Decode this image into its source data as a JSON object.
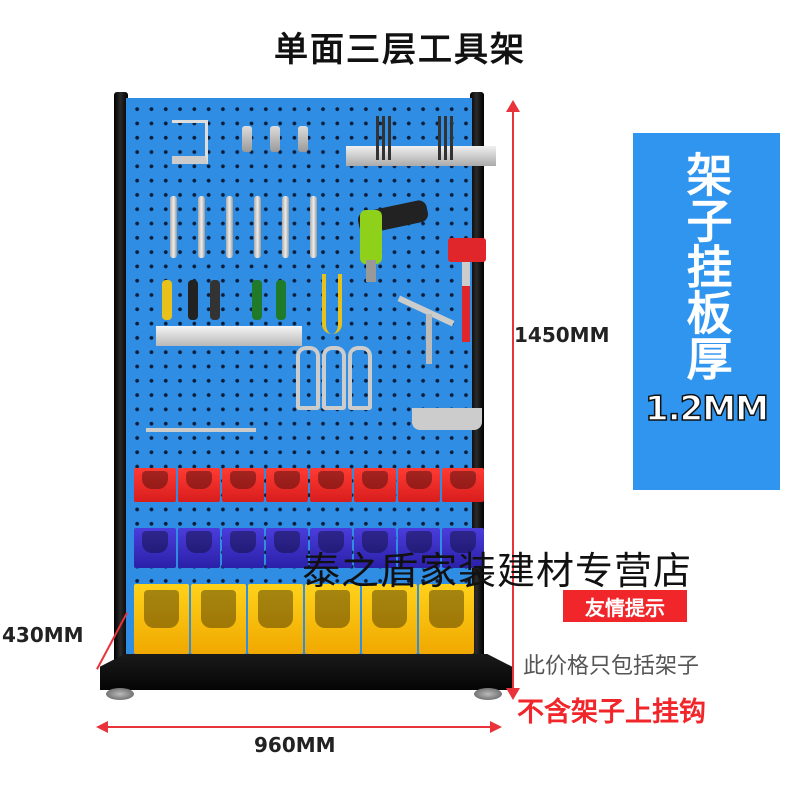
{
  "title": "单面三层工具架",
  "dimensions": {
    "height": "1450MM",
    "width": "960MM",
    "depth": "430MM"
  },
  "banner": {
    "label": "架子挂板厚",
    "thickness": "1.2MM",
    "color": "#2f95ef"
  },
  "watermark": "泰之盾家装建材专营店",
  "notice": {
    "badge": "友情提示",
    "line1": "此价格只包括架子",
    "line2": "不含架子上挂钩",
    "accent_color": "#f0262b"
  },
  "rack": {
    "board_color": "#2f8ee4",
    "bin_rows": [
      {
        "color": "red",
        "count": 8
      },
      {
        "color": "blue",
        "count": 8
      },
      {
        "color": "yellow",
        "count": 6
      }
    ]
  }
}
